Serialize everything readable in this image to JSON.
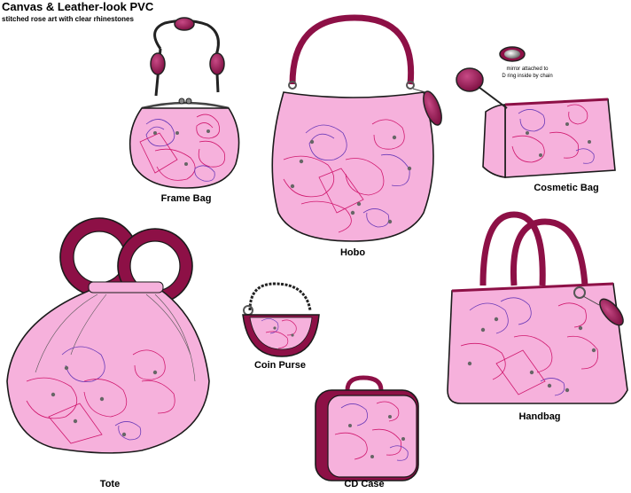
{
  "header": {
    "title": "Canvas & Leather-look PVC",
    "subtitle": "stitched rose art with clear rhinestones"
  },
  "products": {
    "frame_bag": "Frame Bag",
    "hobo": "Hobo",
    "cosmetic_bag": "Cosmetic Bag",
    "tote": "Tote",
    "coin_purse": "Coin Purse",
    "handbag": "Handbag",
    "cd_case": "CD Case"
  },
  "annotation": {
    "line1": "mirror attached to",
    "line2": "D ring inside by chain"
  },
  "colors": {
    "fabric": "#f6b1dc",
    "trim": "#8d1046",
    "rose_pink": "#d0186e",
    "rose_purple": "#6a3ab8",
    "outline": "#1a1a1a"
  }
}
